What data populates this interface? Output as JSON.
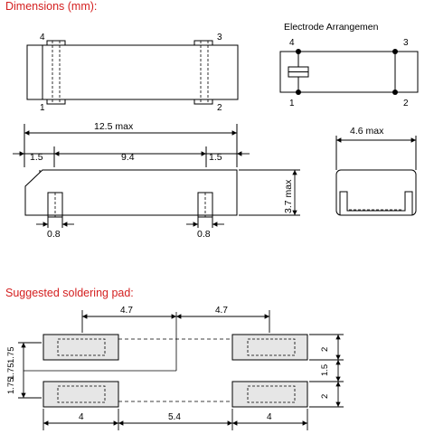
{
  "titles": {
    "dimensions": "Dimensions (mm):",
    "soldering": "Suggested soldering pad:"
  },
  "colors": {
    "title": "#d42020",
    "line": "#000000",
    "pad_fill": "#e6e6e6"
  },
  "top_view": {
    "pins": {
      "p1": "1",
      "p2": "2",
      "p3": "3",
      "p4": "4"
    }
  },
  "electrode": {
    "label": "Electrode Arrangemen",
    "pins": {
      "p1": "1",
      "p2": "2",
      "p3": "3",
      "p4": "4"
    }
  },
  "side_view": {
    "overall_length": "12.5 max",
    "left_margin": "1.5",
    "pin_pitch": "9.4",
    "right_margin": "1.5",
    "height": "3.7 max",
    "pin_width_left": "0.8",
    "pin_width_right": "0.8"
  },
  "end_view": {
    "width": "4.6 max"
  },
  "soldering_pad": {
    "top_left_span": "4.7",
    "top_right_span": "4.7",
    "left_upper": "1.75",
    "left_mid": "1.75",
    "left_lower": "1.75",
    "right_upper": "2",
    "right_mid": "1.5",
    "right_lower": "2",
    "bottom_left": "4",
    "bottom_mid": "5.4",
    "bottom_right": "4"
  }
}
